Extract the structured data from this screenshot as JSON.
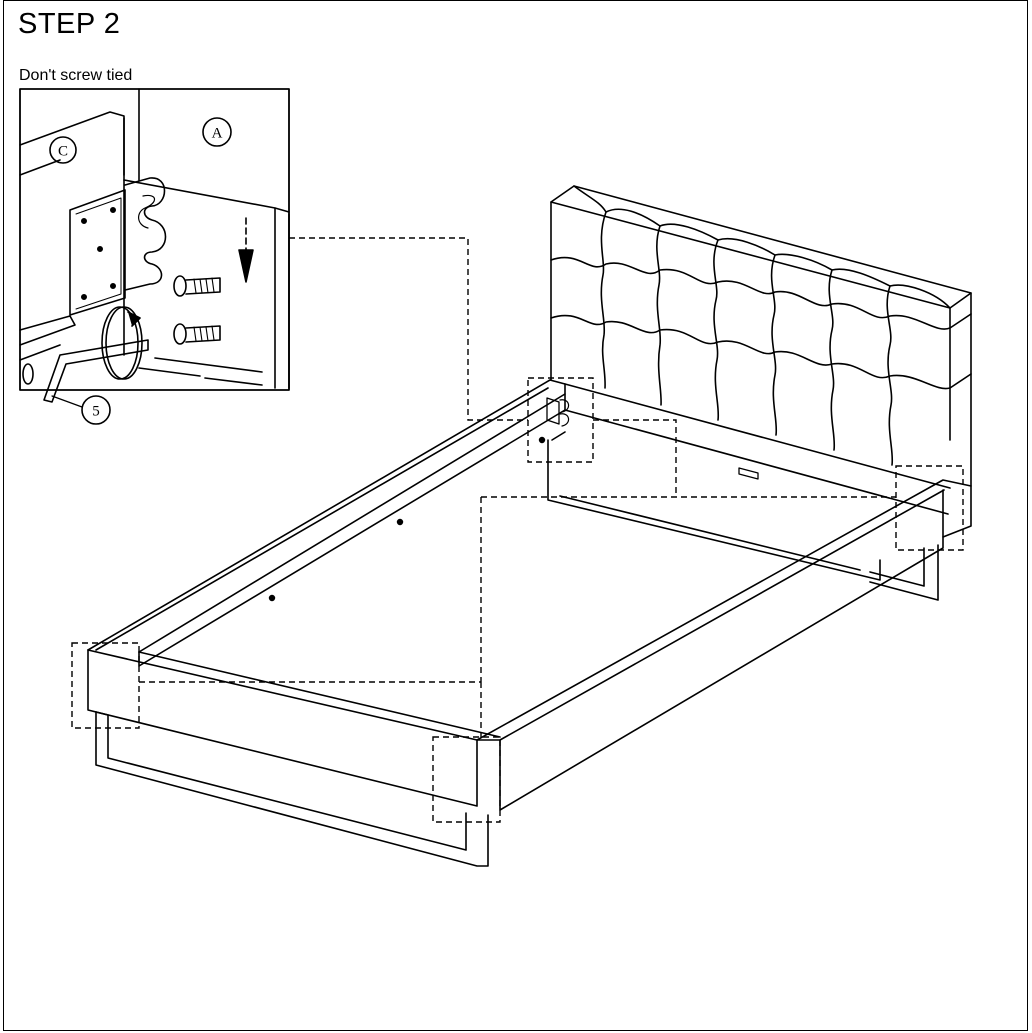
{
  "step": {
    "title": "STEP 2"
  },
  "note": {
    "text": "Don't screw tied"
  },
  "callouts": {
    "headboard": "A",
    "side_rail": "C",
    "tool": "5"
  },
  "colors": {
    "line": "#000000",
    "background": "#ffffff"
  }
}
